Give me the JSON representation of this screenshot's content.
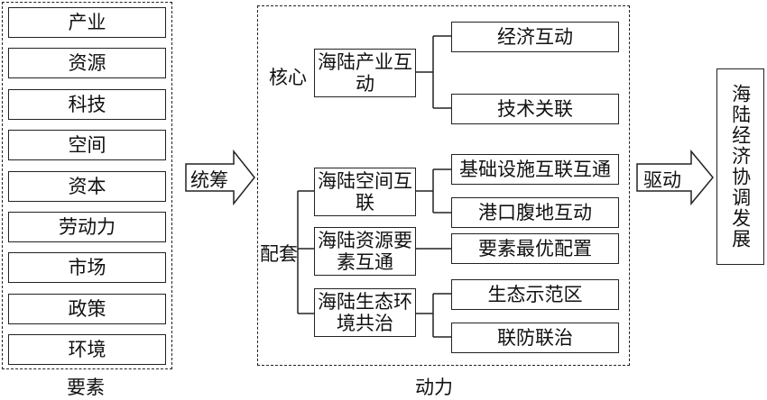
{
  "factors": {
    "caption": "要素",
    "items": [
      "产业",
      "资源",
      "科技",
      "空间",
      "资本",
      "劳动力",
      "市场",
      "政策",
      "环境"
    ]
  },
  "arrows": {
    "coordinate": "统筹",
    "drive": "驱动"
  },
  "dynamics": {
    "caption": "动力",
    "core_label": "核心",
    "support_label": "配套",
    "core": {
      "title": "海陆产业互动",
      "subs": [
        "经济互动",
        "技术关联"
      ]
    },
    "support": [
      {
        "title": "海陆空间互联",
        "subs": [
          "基础设施互联互通",
          "港口腹地互动"
        ]
      },
      {
        "title": "海陆资源要素互通",
        "subs": [
          "要素最优配置"
        ]
      },
      {
        "title": "海陆生态环境共治",
        "subs": [
          "生态示范区",
          "联防联治"
        ]
      }
    ]
  },
  "goal": "海陆经济协调发展"
}
